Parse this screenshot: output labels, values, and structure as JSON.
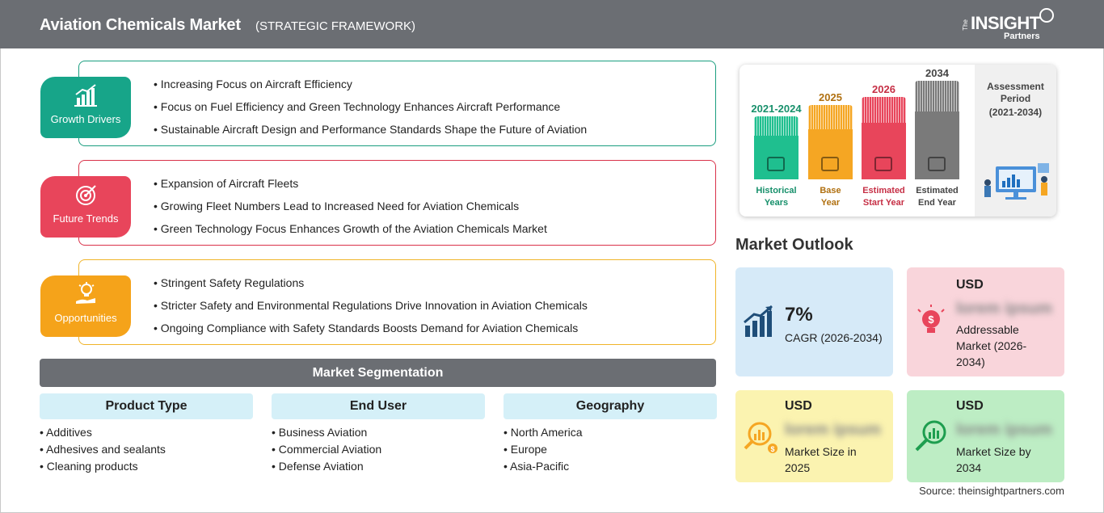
{
  "header": {
    "title": "Aviation Chemicals Market",
    "subtitle": "(STRATEGIC FRAMEWORK)",
    "logo": {
      "the": "The",
      "insight": "INSIGHT",
      "partners": "Partners"
    }
  },
  "blocks": [
    {
      "label": "Growth Drivers",
      "color": "#17a589",
      "border": "#1a9e7f",
      "items": [
        "Increasing Focus on Aircraft Efficiency",
        "Focus on Fuel Efficiency and Green Technology Enhances Aircraft Performance",
        "Sustainable Aircraft Design and Performance Standards Shape the Future of Aviation"
      ]
    },
    {
      "label": "Future Trends",
      "color": "#e8455b",
      "border": "#d9324a",
      "items": [
        "Expansion of Aircraft Fleets",
        "Growing Fleet Numbers Lead to Increased Need for Aviation Chemicals",
        "Green Technology Focus Enhances Growth of the Aviation Chemicals Market"
      ]
    },
    {
      "label": "Opportunities",
      "color": "#f5a31a",
      "border": "#f0b429",
      "items": [
        "Stringent Safety Regulations",
        "Stricter Safety and Environmental Regulations Drive Innovation in Aviation Chemicals",
        "Ongoing Compliance with Safety Standards Boosts Demand for Aviation Chemicals"
      ]
    }
  ],
  "segmentation": {
    "title": "Market Segmentation",
    "columns": [
      {
        "head": "Product Type",
        "items": [
          "Additives",
          "Adhesives and sealants",
          "Cleaning products"
        ]
      },
      {
        "head": "End User",
        "items": [
          "Business Aviation",
          "Commercial Aviation",
          "Defense Aviation"
        ]
      },
      {
        "head": "Geography",
        "items": [
          "North America",
          "Europe",
          "Asia-Pacific"
        ]
      }
    ]
  },
  "timeline": {
    "bars": [
      {
        "year": "2021-2024",
        "caption_1": "Historical",
        "caption_2": "Years",
        "color": "#1fbf8f",
        "text_color": "#17906b"
      },
      {
        "year": "2025",
        "caption_1": "Base",
        "caption_2": "Year",
        "color": "#f5a623",
        "text_color": "#b07010"
      },
      {
        "year": "2026",
        "caption_1": "Estimated",
        "caption_2": "Start Year",
        "color": "#e8455b",
        "text_color": "#c62f45"
      },
      {
        "year": "2034",
        "caption_1": "Estimated",
        "caption_2": "End Year",
        "color": "#7a7a7a",
        "text_color": "#444444"
      }
    ],
    "assessment_1": "Assessment Period",
    "assessment_2": "(2021-2034)"
  },
  "outlook": {
    "title": "Market Outlook",
    "cagr_value": "7%",
    "cagr_label": "CAGR (2026-2034)",
    "addressable_usd": "USD",
    "addressable_value": "lorem ipsum",
    "addressable_label": "Addressable Market (2026-2034)",
    "size2025_usd": "USD",
    "size2025_value": "lorem ipsum",
    "size2025_label": "Market Size in 2025",
    "size2034_usd": "USD",
    "size2034_value": "lorem ipsum",
    "size2034_label": "Market Size by 2034"
  },
  "source": "Source: theinsightpartners.com"
}
